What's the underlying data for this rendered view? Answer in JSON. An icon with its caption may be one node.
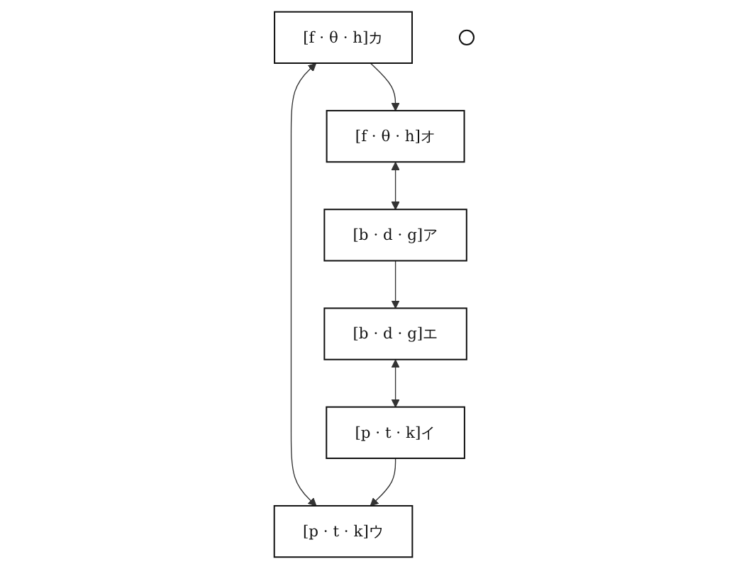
{
  "diagram": {
    "nodes": [
      {
        "text": [
          "[f · θ · h]カ"
        ]
      },
      {
        "text": [
          "[p · t · k]ウ"
        ]
      },
      {
        "text": [
          "[f · θ · h]オ"
        ]
      },
      {
        "text": [],
        "shape": "circle"
      },
      {
        "text": [
          "[p · t · k]イ"
        ]
      },
      {
        "text": [
          "[b · d · g]ア"
        ]
      },
      {
        "text": [
          "[b · d · g]エ"
        ]
      }
    ],
    "edges": [
      {
        "from": 0,
        "to": 1,
        "arrow": "both"
      },
      {
        "from": 0,
        "to": 2,
        "arrow": "to"
      },
      {
        "from": 2,
        "to": 5,
        "arrow": "both"
      },
      {
        "from": 5,
        "to": 6,
        "arrow": "to"
      },
      {
        "from": 6,
        "to": 4,
        "arrow": "both"
      },
      {
        "from": 4,
        "to": 1,
        "arrow": "to"
      }
    ]
  }
}
